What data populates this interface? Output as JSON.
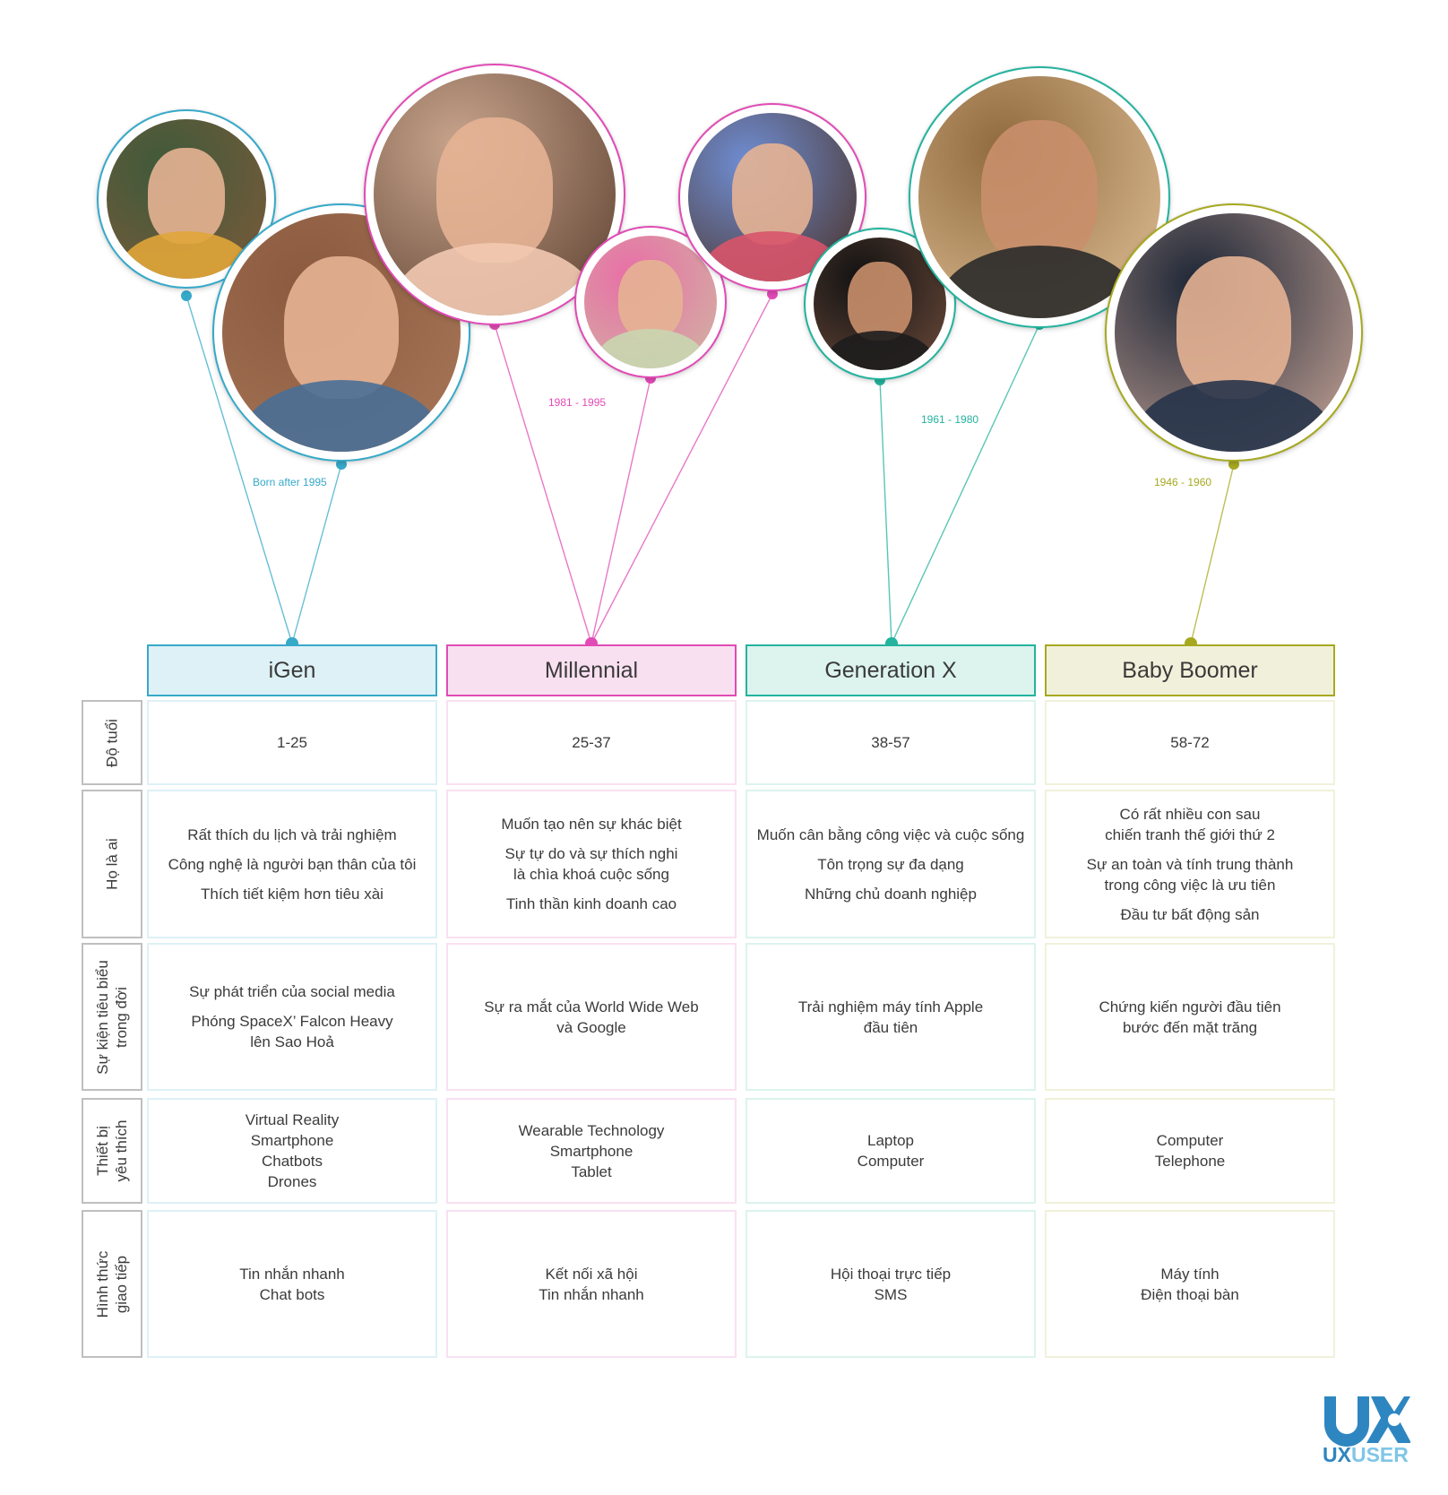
{
  "colors": {
    "igen": "#36a9c9",
    "millennial": "#e14bb5",
    "genx": "#23b39e",
    "boomer": "#a6a91f",
    "igen_bg": "#ddf1f6",
    "millennial_bg": "#f9e0f1",
    "genx_bg": "#dcf3ee",
    "boomer_bg": "#f1f1db",
    "row_border": "#bfbfbf",
    "logo_blue": "#2e86c1"
  },
  "generations": [
    {
      "key": "igen",
      "name": "iGen",
      "range": "Born after 1995"
    },
    {
      "key": "millennial",
      "name": "Millennial",
      "range": "1981 - 1995"
    },
    {
      "key": "genx",
      "name": "Generation X",
      "range": "1961 - 1980"
    },
    {
      "key": "boomer",
      "name": "Baby Boomer",
      "range": "1946 - 1960"
    }
  ],
  "photos": [
    {
      "name": "igen-woman-photo",
      "generation": "igen"
    },
    {
      "name": "igen-man-photo",
      "generation": "igen"
    },
    {
      "name": "millennial-curly-woman-photo",
      "generation": "millennial"
    },
    {
      "name": "millennial-asian-woman-photo",
      "generation": "millennial"
    },
    {
      "name": "millennial-man-photo",
      "generation": "millennial"
    },
    {
      "name": "genx-bearded-man-photo",
      "generation": "genx"
    },
    {
      "name": "genx-blonde-woman-photo",
      "generation": "genx"
    },
    {
      "name": "boomer-older-man-photo",
      "generation": "boomer"
    }
  ],
  "rows": [
    {
      "label": "Độ tuổi",
      "cells": [
        {
          "paras": [
            "1-25"
          ]
        },
        {
          "paras": [
            "25-37"
          ]
        },
        {
          "paras": [
            "38-57"
          ]
        },
        {
          "paras": [
            "58-72"
          ]
        }
      ]
    },
    {
      "label": "Họ là ai",
      "cells": [
        {
          "paras": [
            "Rất thích du lịch và trải nghiệm",
            "Công nghệ là người bạn thân của tôi",
            "Thích tiết kiệm hơn tiêu xài"
          ]
        },
        {
          "paras": [
            "Muốn tạo nên sự khác biệt",
            "Sự tự do và sự thích nghi\nlà chìa khoá cuộc sống",
            "Tinh thần kinh doanh cao"
          ]
        },
        {
          "paras": [
            "Muốn cân bằng công việc và cuộc sống",
            "Tôn trọng sự đa dạng",
            "Những chủ doanh nghiệp"
          ]
        },
        {
          "paras": [
            "Có rất nhiều con sau\nchiến tranh thế giới thứ 2",
            "Sự an toàn và tính trung thành\ntrong công việc là ưu tiên",
            "Đầu tư bất động sản"
          ]
        }
      ]
    },
    {
      "label": "Sự kiện tiêu biểu\ntrong đời",
      "cells": [
        {
          "paras": [
            "Sự phát triển của social media",
            "Phóng SpaceX’ Falcon Heavy\nlên Sao Hoả"
          ]
        },
        {
          "paras": [
            "Sự ra mắt của World Wide Web\nvà Google"
          ]
        },
        {
          "paras": [
            "Trải nghiệm máy tính Apple\nđầu tiên"
          ]
        },
        {
          "paras": [
            "Chứng kiến người đầu tiên\nbước đến mặt trăng"
          ]
        }
      ]
    },
    {
      "label": "Thiết bị\nyêu thích",
      "cells": [
        {
          "lines": [
            "Virtual Reality",
            "Smartphone",
            "Chatbots",
            "Drones"
          ]
        },
        {
          "lines": [
            "Wearable Technology",
            "Smartphone",
            "Tablet"
          ]
        },
        {
          "lines": [
            "Laptop",
            "Computer"
          ]
        },
        {
          "lines": [
            "Computer",
            "Telephone"
          ]
        }
      ]
    },
    {
      "label": "Hình thức\ngiao tiếp",
      "cells": [
        {
          "lines": [
            "Tin nhắn nhanh",
            "Chat bots"
          ]
        },
        {
          "lines": [
            "Kết nối xã hội",
            "Tin nhắn nhanh"
          ]
        },
        {
          "lines": [
            "Hội thoại trực tiếp",
            "SMS"
          ]
        },
        {
          "lines": [
            "Máy tính",
            "Điện thoại bàn"
          ]
        }
      ]
    }
  ],
  "logo": {
    "mark": "UX",
    "text": "UXUSER"
  }
}
